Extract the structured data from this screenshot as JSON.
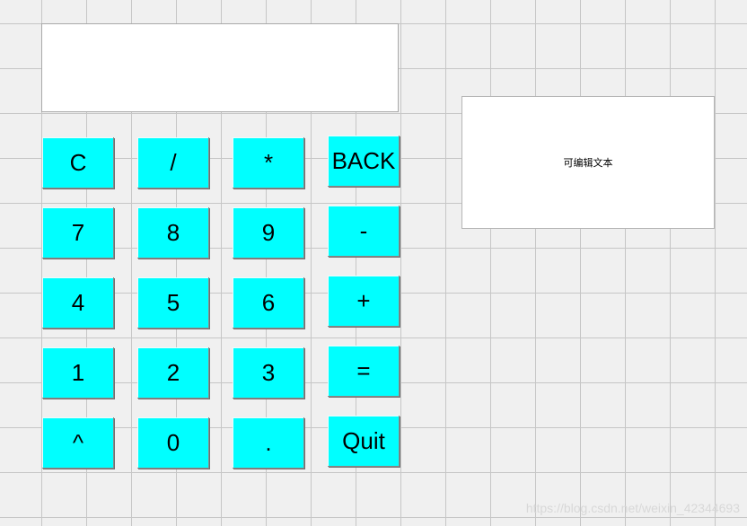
{
  "display": {
    "value": ""
  },
  "keypad": {
    "keys": [
      {
        "label": "C",
        "name": "clear-button"
      },
      {
        "label": "/",
        "name": "divide-button"
      },
      {
        "label": "*",
        "name": "multiply-button"
      },
      {
        "label": "BACK",
        "name": "backspace-button"
      },
      {
        "label": "7",
        "name": "digit-7-button"
      },
      {
        "label": "8",
        "name": "digit-8-button"
      },
      {
        "label": "9",
        "name": "digit-9-button"
      },
      {
        "label": "-",
        "name": "subtract-button"
      },
      {
        "label": "4",
        "name": "digit-4-button"
      },
      {
        "label": "5",
        "name": "digit-5-button"
      },
      {
        "label": "6",
        "name": "digit-6-button"
      },
      {
        "label": "+",
        "name": "add-button"
      },
      {
        "label": "1",
        "name": "digit-1-button"
      },
      {
        "label": "2",
        "name": "digit-2-button"
      },
      {
        "label": "3",
        "name": "digit-3-button"
      },
      {
        "label": "=",
        "name": "equals-button"
      },
      {
        "label": "^",
        "name": "power-button"
      },
      {
        "label": "0",
        "name": "digit-0-button"
      },
      {
        "label": ".",
        "name": "decimal-point-button"
      },
      {
        "label": "Quit",
        "name": "quit-button"
      }
    ]
  },
  "editable_text": {
    "label": "可编辑文本"
  },
  "watermark": {
    "text": "https://blog.csdn.net/weixin_42344693"
  },
  "colors": {
    "key_background": "#00ffff",
    "display_background": "#ffffff"
  }
}
